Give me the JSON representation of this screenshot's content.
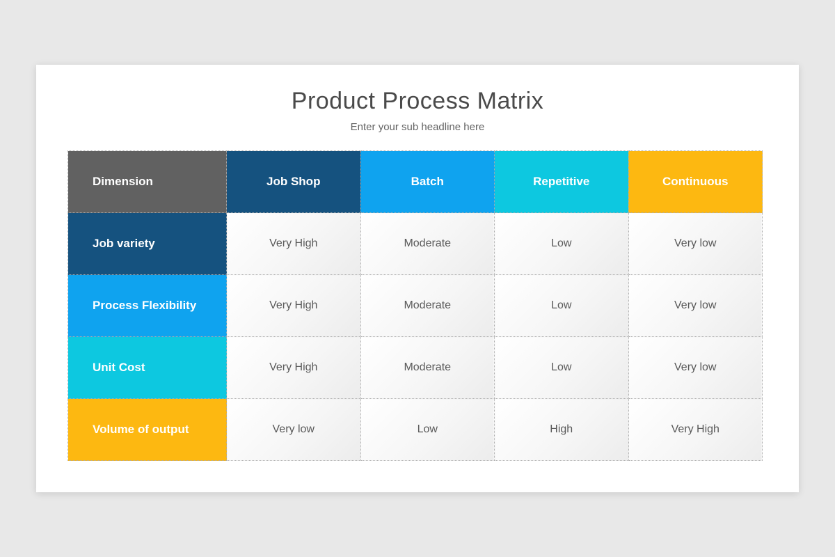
{
  "page": {
    "background_color": "#e8e8e8",
    "card_color": "#ffffff"
  },
  "header": {
    "title": "Product Process Matrix",
    "subtitle": "Enter your sub headline here"
  },
  "palette": {
    "gray": "#616161",
    "dark_blue": "#15527f",
    "blue": "#0fa3ef",
    "cyan": "#0dc8e0",
    "orange": "#fdb811",
    "value_text": "#595959"
  },
  "table": {
    "columns": [
      {
        "label": "Dimension",
        "color": "#616161"
      },
      {
        "label": "Job Shop",
        "color": "#15527f"
      },
      {
        "label": "Batch",
        "color": "#0fa3ef"
      },
      {
        "label": "Repetitive",
        "color": "#0dc8e0"
      },
      {
        "label": "Continuous",
        "color": "#fdb811"
      }
    ],
    "rows": [
      {
        "label": "Job variety",
        "color": "#15527f",
        "values": [
          "Very High",
          "Moderate",
          "Low",
          "Very low"
        ]
      },
      {
        "label": "Process Flexibility",
        "color": "#0fa3ef",
        "values": [
          "Very High",
          "Moderate",
          "Low",
          "Very low"
        ]
      },
      {
        "label": "Unit Cost",
        "color": "#0dc8e0",
        "values": [
          "Very High",
          "Moderate",
          "Low",
          "Very low"
        ]
      },
      {
        "label": "Volume of output",
        "color": "#fdb811",
        "values": [
          "Very low",
          "Low",
          "High",
          "Very High"
        ]
      }
    ]
  }
}
